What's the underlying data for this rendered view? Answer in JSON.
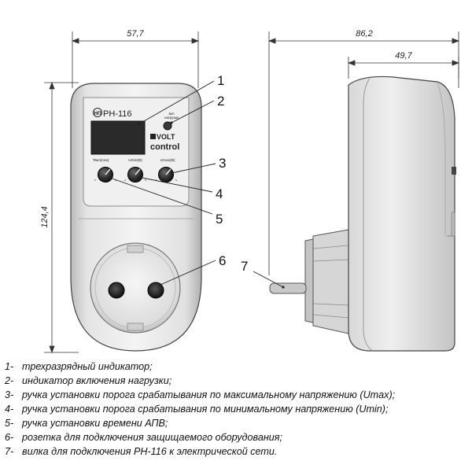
{
  "front": {
    "width_dim": "57,7",
    "height_dim": "124,4",
    "model": "PH-116",
    "brand_top": "VOLT",
    "brand_bottom": "control",
    "led_label_1": "вкл",
    "led_label_2": "нагрузки",
    "knob_labels": [
      "Твкл(сек)",
      "Umin(В)",
      "Umax(В)"
    ]
  },
  "side": {
    "total_dim": "86,2",
    "body_dim": "49,7"
  },
  "callouts": [
    "1",
    "2",
    "3",
    "4",
    "5",
    "6",
    "7"
  ],
  "legend": [
    {
      "num": "1-",
      "text": "трехразрядный  индикатор;"
    },
    {
      "num": "2-",
      "text": "индикатор включения нагрузки;"
    },
    {
      "num": "3-",
      "text": "ручка установки порога срабатывания по максимальному напряжению (Umax);"
    },
    {
      "num": "4-",
      "text": "ручка установки порога срабатывания по минимальному напряжению (Umin);"
    },
    {
      "num": "5-",
      "text": "ручка установки времени АПВ;"
    },
    {
      "num": "6-",
      "text": "розетка для подключения защищаемого оборудования;"
    },
    {
      "num": "7-",
      "text": "вилка для подключения РН-116 к электрической сети."
    }
  ]
}
